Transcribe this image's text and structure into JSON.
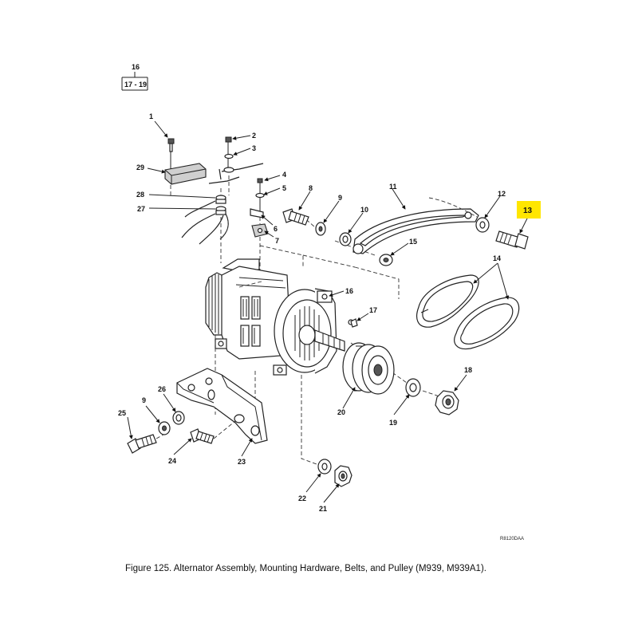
{
  "figure": {
    "caption": "Figure  125.   Alternator Assembly, Mounting Hardware, Belts, and Pulley (M939, M939A1).",
    "drawing_code": "R8120DAA",
    "highlight_color": "#ffe600"
  },
  "reference": {
    "number": "16",
    "range": "17 - 19"
  },
  "callouts": {
    "c1": "1",
    "c2": "2",
    "c3": "3",
    "c4": "4",
    "c5": "5",
    "c6": "6",
    "c7": "7",
    "c8": "8",
    "c9": "9",
    "c10": "10",
    "c11": "11",
    "c12": "12",
    "c13": "13",
    "c14": "14",
    "c15": "15",
    "c16": "16",
    "c17": "17",
    "c18": "18",
    "c19": "19",
    "c20": "20",
    "c21": "21",
    "c22": "22",
    "c23": "23",
    "c24": "24",
    "c25": "25",
    "c26": "26",
    "c27": "27",
    "c28": "28",
    "c29": "29",
    "c9b": "9"
  }
}
